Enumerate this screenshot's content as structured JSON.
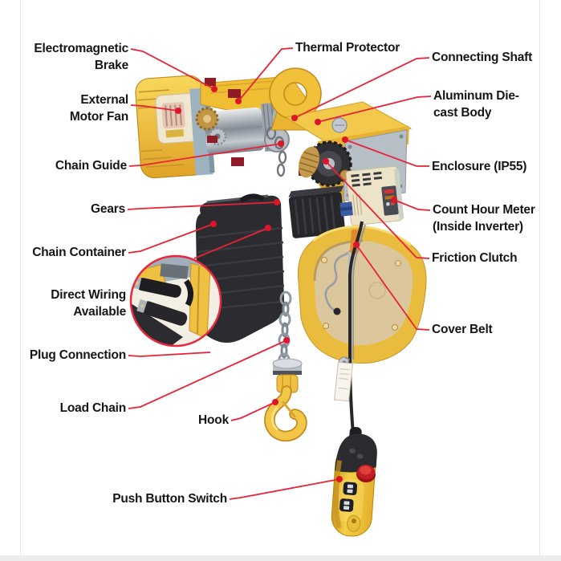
{
  "figure": {
    "type": "annotated-diagram",
    "subject": "Electric chain hoist cutaway with labeled parts",
    "colors": {
      "leader_line": "#e82337",
      "leader_dot": "#de1428",
      "body_yellow": "#f0c139",
      "body_yellow_dark": "#c8922a",
      "container_black": "#2b2b30",
      "metal_silver": "#b9bfc6",
      "cream": "#ede3c8",
      "brake_red": "#8e1b25",
      "label_text": "#161616",
      "background": "#ffffff"
    },
    "labels": [
      {
        "id": "electromagnetic-brake",
        "text": "Electromagnetic Brake"
      },
      {
        "id": "external-motor-fan",
        "text": "External Motor Fan"
      },
      {
        "id": "chain-guide",
        "text": "Chain Guide"
      },
      {
        "id": "gears",
        "text": "Gears"
      },
      {
        "id": "chain-container",
        "text": "Chain Container"
      },
      {
        "id": "direct-wiring-available",
        "text": "Direct Wiring Available"
      },
      {
        "id": "plug-connection",
        "text": "Plug Connection"
      },
      {
        "id": "load-chain",
        "text": "Load Chain"
      },
      {
        "id": "hook",
        "text": "Hook"
      },
      {
        "id": "push-button-switch",
        "text": "Push Button Switch"
      },
      {
        "id": "thermal-protector",
        "text": "Thermal Protector"
      },
      {
        "id": "connecting-shaft",
        "text": "Connecting Shaft"
      },
      {
        "id": "aluminum-die-cast-body",
        "text": "Aluminum Die-cast Body"
      },
      {
        "id": "enclosure-ip55",
        "text": "Enclosure (IP55)"
      },
      {
        "id": "count-hour-meter",
        "text": "Count Hour Meter (Inside Inverter)"
      },
      {
        "id": "friction-clutch",
        "text": "Friction Clutch"
      },
      {
        "id": "cover-belt",
        "text": "Cover Belt"
      }
    ]
  }
}
